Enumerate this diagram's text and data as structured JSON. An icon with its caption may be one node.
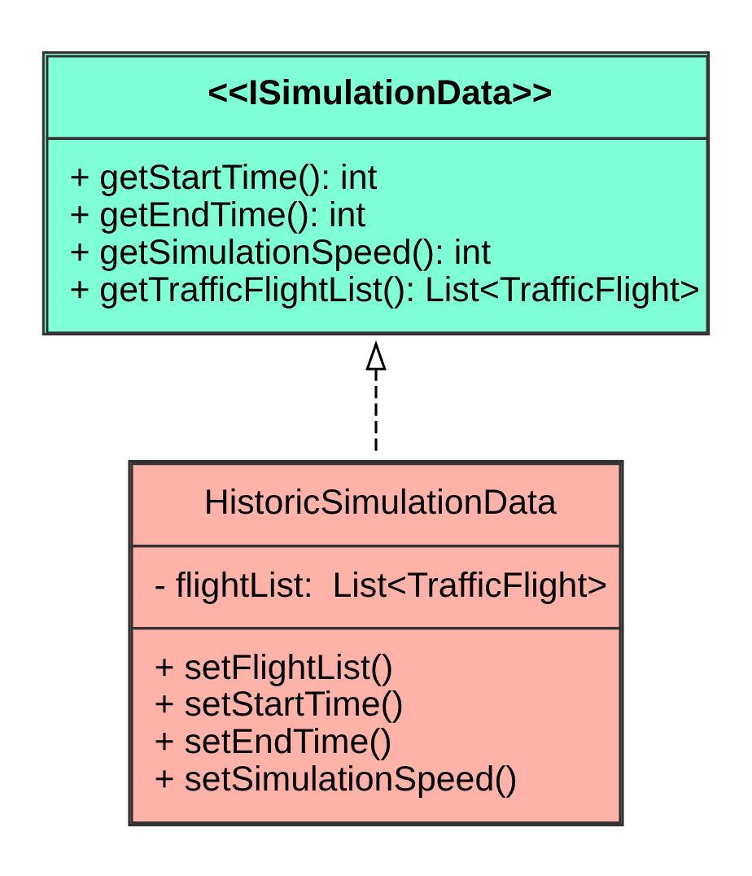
{
  "diagram": {
    "nodes": [
      {
        "text": [
          "<<ISimulationData>>",
          "+ getStartTime(): int",
          "+ getEndTime(): int",
          "+ getSimulationSpeed(): int",
          "+ getTrafficFlightList(): List<TrafficFlight>"
        ]
      },
      {
        "text": [
          "HistoricSimulationData",
          "- flightList:  List<TrafficFlight>",
          "+ setFlightList()",
          "+ setStartTime()",
          "+ setEndTime()",
          "+ setSimulationSpeed()"
        ]
      }
    ],
    "edges": [
      {
        "from": 1,
        "to": 0,
        "arrow": "to",
        "style": "dashed"
      }
    ]
  }
}
